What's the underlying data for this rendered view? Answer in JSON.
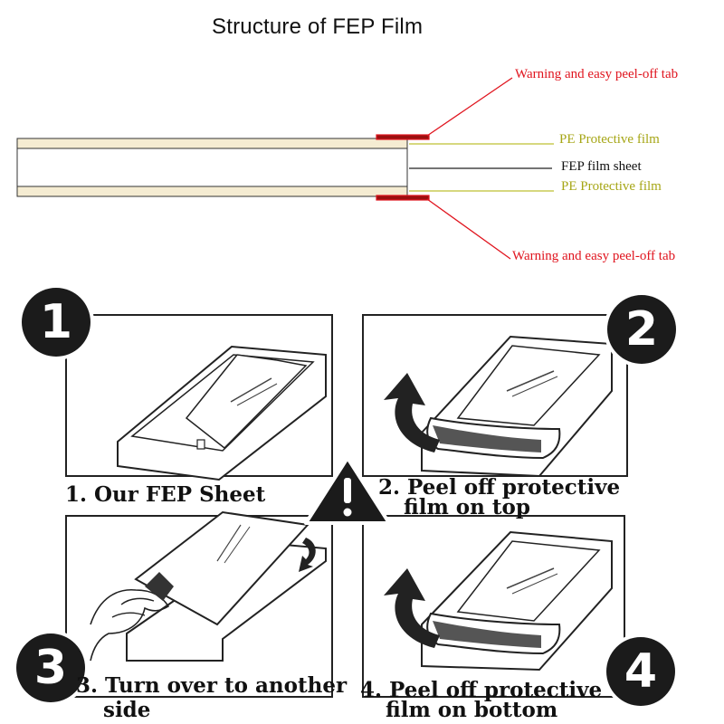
{
  "structure": {
    "title": "Structure of FEP Film",
    "labels": {
      "tab_top": "Warning and easy peel-off tab",
      "pe_top": "PE Protective film",
      "fep": "FEP film sheet",
      "pe_bottom": "PE Protective film",
      "tab_bottom": "Warning and easy peel-off tab"
    },
    "colors": {
      "tab": "#e0141e",
      "pe": "#a6a616",
      "layer_fill": "#f5ecd2",
      "outline": "#333333"
    }
  },
  "steps": [
    {
      "number": "1",
      "line1": "1. Our FEP Sheet",
      "line2": ""
    },
    {
      "number": "2",
      "line1": "2. Peel off protective",
      "line2": "film on top"
    },
    {
      "number": "3",
      "line1": "3. Turn over to another",
      "line2": "side"
    },
    {
      "number": "4",
      "line1": "4. Peel off protective",
      "line2": "film on bottom"
    }
  ],
  "warning_icon": "warning-triangle-icon"
}
